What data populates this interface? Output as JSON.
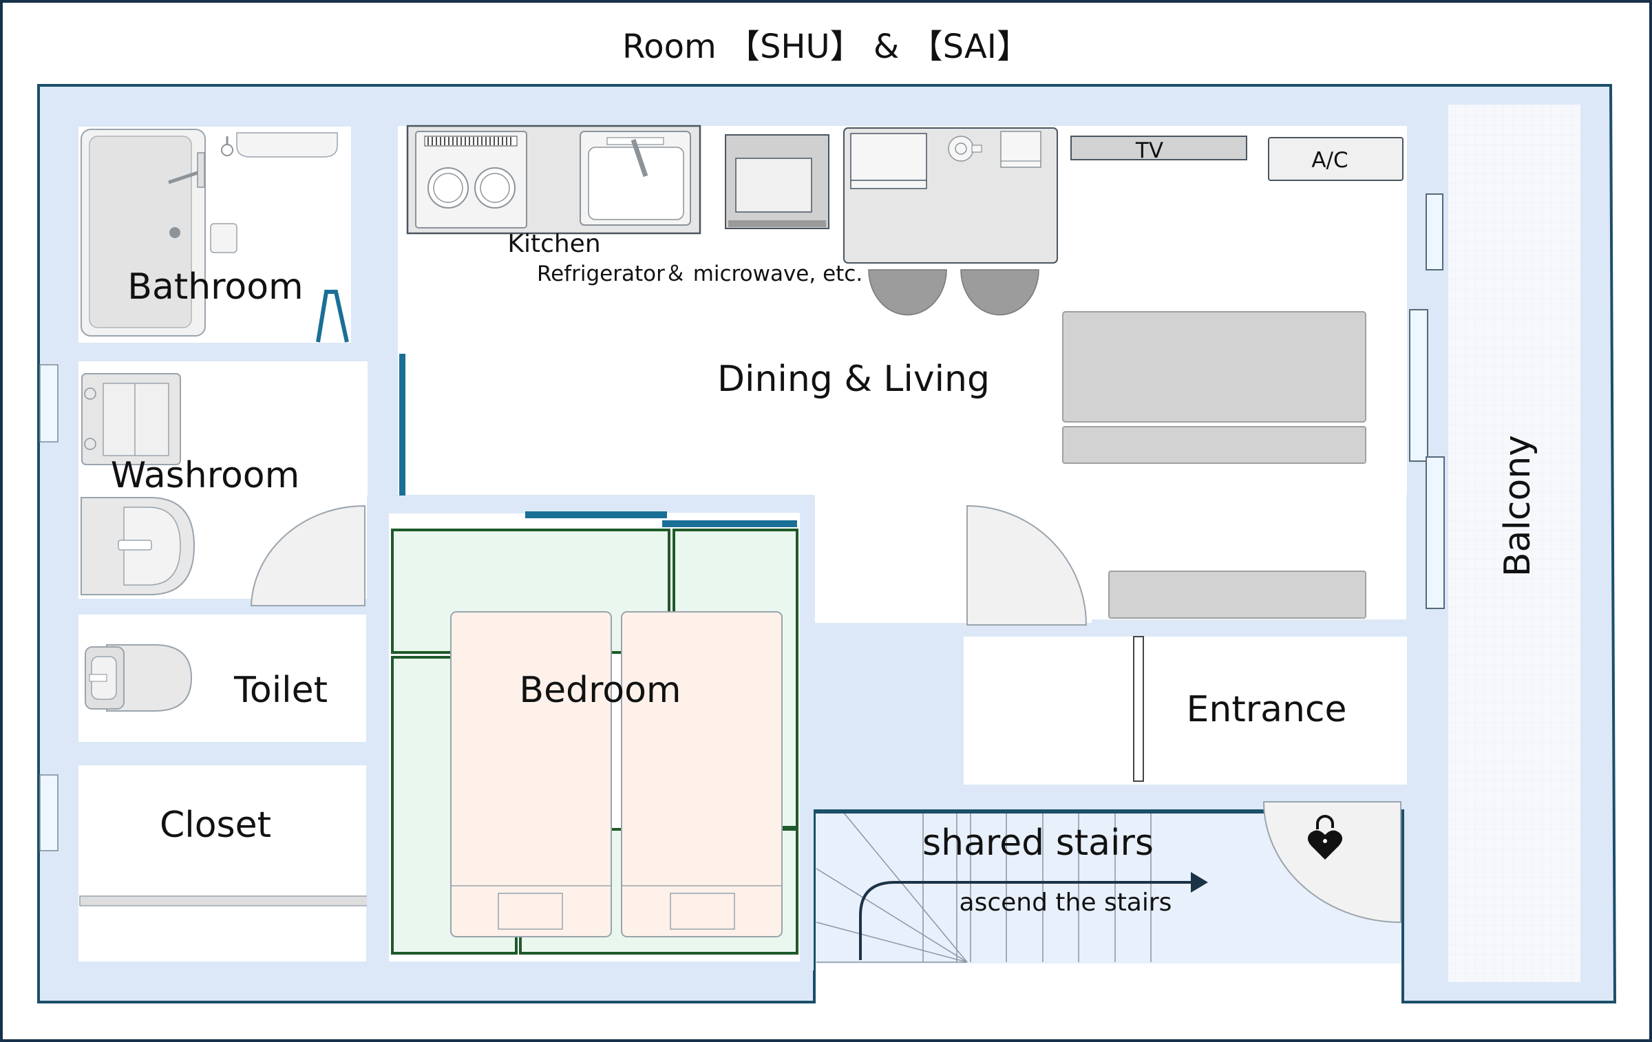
{
  "title": "Room 【SHU】 & 【SAI】",
  "rooms": {
    "bathroom": "Bathroom",
    "washroom": "Washroom",
    "toilet": "Toilet",
    "closet": "Closet",
    "kitchen": "Kitchen",
    "kitchen_note": "Refrigerator＆ microwave, etc.",
    "dining_living": "Dining & Living",
    "bedroom": "Bedroom",
    "entrance": "Entrance",
    "balcony": "Balcony",
    "stairs": "shared stairs",
    "stairs_note": "ascend the stairs"
  },
  "fixtures": {
    "tv": "TV",
    "ac": "A/C"
  },
  "icons": {
    "lock": "lock-heart-icon",
    "arrow": "stairs-arrow-icon"
  },
  "colors": {
    "outline": "#1b4f6a",
    "wall": "#dce8f7",
    "floor": "#eef4fc",
    "door_accent": "#1a6f96",
    "tatami": "#eaf7ee",
    "tatami_border": "#1e5a2a",
    "bed": "#fdf1ea",
    "furniture": "#d2d2d2"
  }
}
